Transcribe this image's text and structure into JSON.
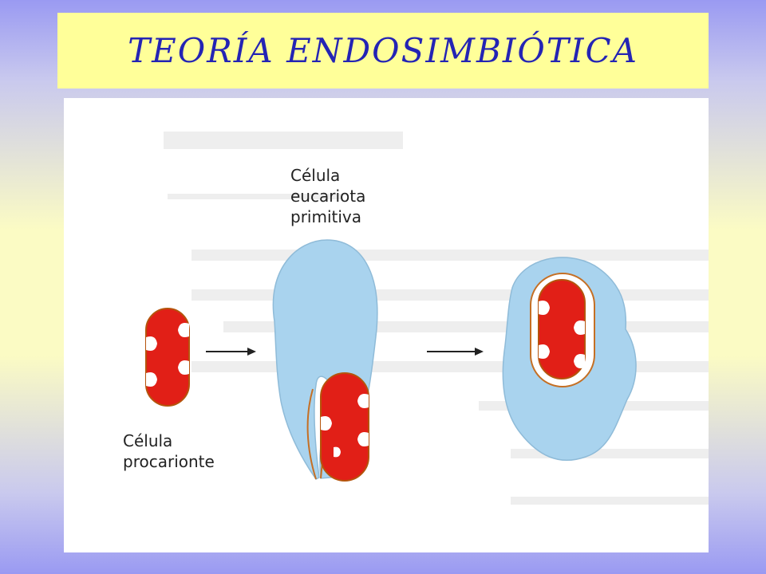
{
  "title": "TEORÍA ENDOSIMBIÓTICA",
  "labels": {
    "eukaryote": [
      "Célula",
      "eucariota",
      "primitiva"
    ],
    "prokaryote": [
      "Célula",
      "procarionte"
    ]
  },
  "colors": {
    "title_text": "#2424b4",
    "title_bg": "#ffff99",
    "cell_blue": "#a9d3ee",
    "bacterium_red": "#e11f17"
  }
}
